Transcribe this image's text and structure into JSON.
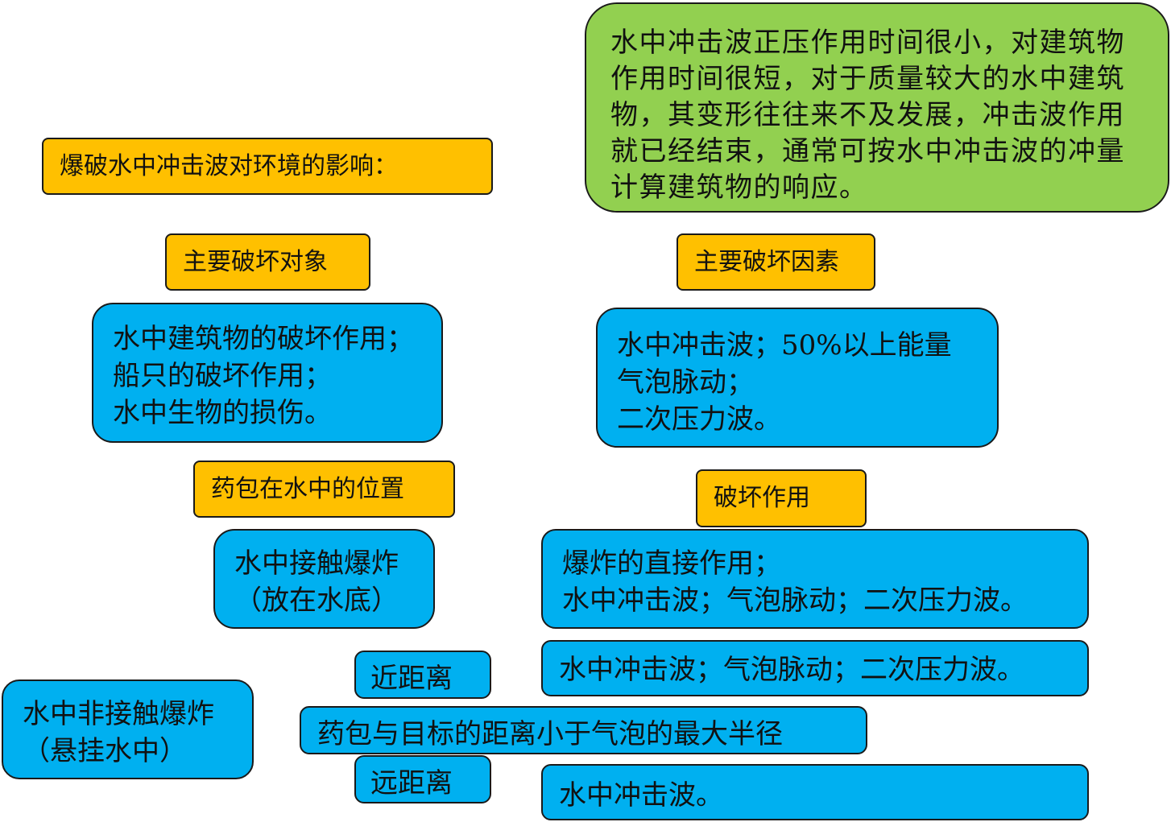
{
  "title": "爆破水中冲击波对环境的影响：",
  "note": "水中冲击波正压作用时间很小，对建筑物作用时间很短，对于质量较大的水中建筑物，其变形往往来不及发展，冲击波作用就已经结束，通常可按水中冲击波的冲量计算建筑物的响应。",
  "targets": {
    "header": "主要破坏对象",
    "lines": [
      "水中建筑物的破坏作用；",
      "船只的破坏作用；",
      "水中生物的损伤。"
    ]
  },
  "factors": {
    "header": "主要破坏因素",
    "lines": [
      "水中冲击波；50%以上能量",
      "气泡脉动；",
      "二次压力波。"
    ]
  },
  "position": {
    "header": "药包在水中的位置",
    "contact": [
      "水中接触爆炸",
      "（放在水底）"
    ],
    "noncontact": [
      "水中非接触爆炸",
      "（悬挂水中）"
    ]
  },
  "effects": {
    "header": "破坏作用",
    "contact_lines": [
      "爆炸的直接作用；",
      "水中冲击波；气泡脉动；二次压力波。"
    ],
    "near_label": "近距离",
    "near_effect": "水中冲击波；气泡脉动；二次压力波。",
    "condition": "药包与目标的距离小于气泡的最大半径",
    "far_label": "远距离",
    "far_effect": "水中冲击波。"
  },
  "colors": {
    "orange": "#ffc000",
    "blue": "#00b0f0",
    "green": "#92d050"
  }
}
